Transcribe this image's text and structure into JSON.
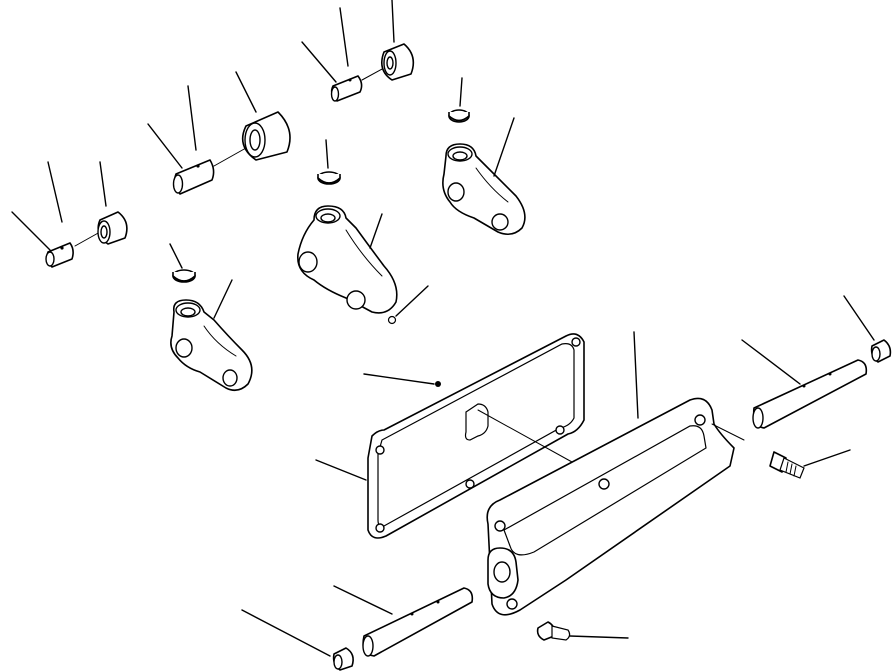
{
  "figure": {
    "background": "#ffffff",
    "stroke": "#000000",
    "parts": [
      "shaft-cap-small",
      "bushing-small",
      "pin-small",
      "shaft-cap-mid",
      "bushing-mid",
      "shaft-cap-top",
      "bushing-top",
      "rocker-arm-left",
      "rocker-arm-center",
      "rocker-arm-right",
      "cap-left",
      "cap-center",
      "cap-right",
      "ball",
      "gasket",
      "cover",
      "rocker-shaft-right",
      "rocker-shaft-bottom",
      "plug-right",
      "plug-bottom",
      "bolt-right",
      "bolt-bottom"
    ]
  }
}
